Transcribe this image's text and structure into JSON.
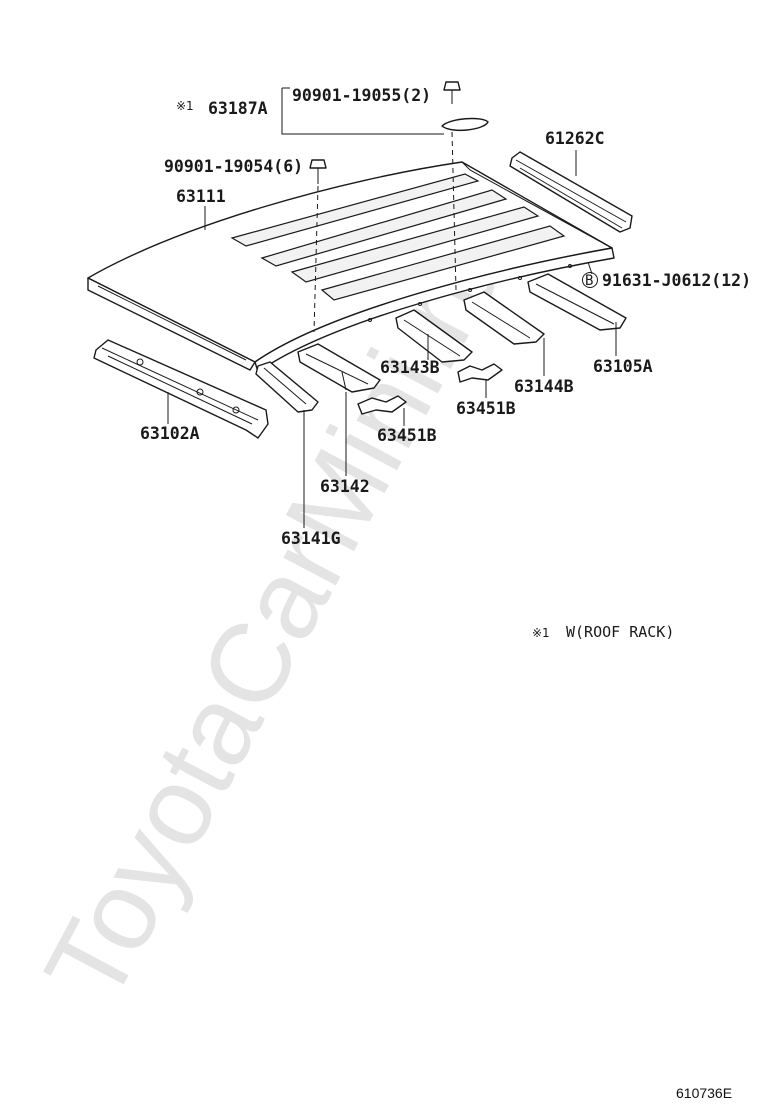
{
  "watermark": "ToyotaCarMini.ru",
  "footnote_mark": "※1",
  "footnote_text": "W(ROOF RACK)",
  "diagram_code": "610736E",
  "callout_b_symbol": "B",
  "labels": {
    "p63187A": "63187A",
    "p90901_19055": "90901-19055(2)",
    "p90901_19054": "90901-19054(6)",
    "p61262C": "61262C",
    "p63111": "63111",
    "p91631_J0612": "91631-J0612(12)",
    "p63143B": "63143B",
    "p63105A": "63105A",
    "p63144B": "63144B",
    "p63451B_right": "63451B",
    "p63451B_left": "63451B",
    "p63102A": "63102A",
    "p63142": "63142",
    "p63141G": "63141G"
  }
}
